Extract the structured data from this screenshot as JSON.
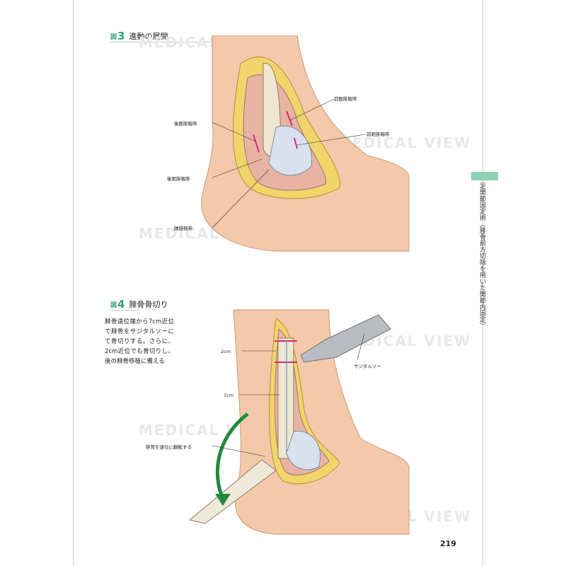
{
  "figure3": {
    "box": "図",
    "number": "3",
    "title": "進動の展開",
    "labels": {
      "anterior_tibiofibular": "前脛腓靱帯",
      "posterior_tibiofibular": "後脛腓靱帯",
      "anterior_talofibular": "前距腓靱帯",
      "posterior_talofibular": "後距腓靱帯",
      "calcaneofibular": "踵腓靱帯"
    }
  },
  "figure4": {
    "box": "図",
    "number": "4",
    "title": "腓骨骨切り",
    "caption": "腓骨遠位端から7cm近位で腓骨をサジタルソーにて骨切りする。さらに、2cm近位でも骨切りし、後の腓骨移植に備える",
    "labels": {
      "dist_2cm": "2cm",
      "dist_7cm": "7cm",
      "saw": "サジタルソー",
      "rotate": "腓骨を遠位に翻転する"
    }
  },
  "watermark": "MEDICAL VIEW",
  "side_text": "足関節固定術（腓骨前方切除を用いた関節内固定）",
  "page_number": "219",
  "colors": {
    "accent": "#2f9f7a",
    "skin": "#f3c9a9",
    "fat": "#f0d56a",
    "arrow": "#1f8a3c",
    "cut": "#d12a7a"
  }
}
